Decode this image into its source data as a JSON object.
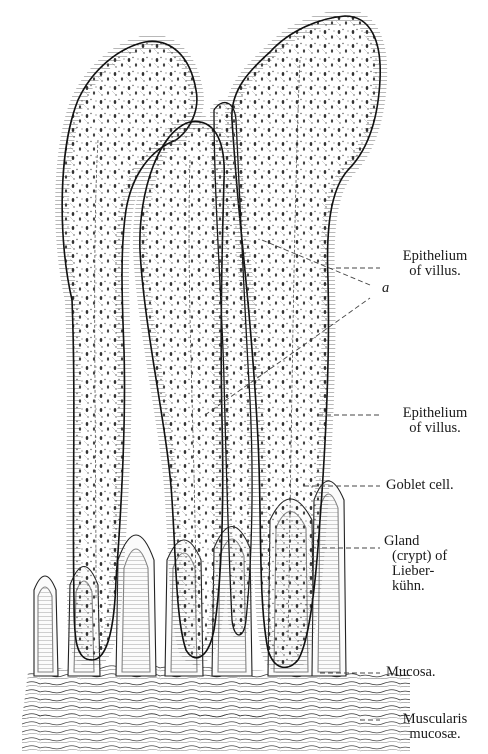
{
  "labels": {
    "epithelium_upper": "Epithelium of villus.",
    "a": "a",
    "epithelium_lower": "Epithelium of villus.",
    "goblet_cell": "Goblet cell.",
    "gland": "Gland (crypt) of Lieber- kühn.",
    "mucosa": "Mucosa.",
    "muscularis": "Muscularis mucosæ."
  },
  "label_lines": {
    "epithelium_upper": [
      "Epithelium",
      "of villus."
    ],
    "epithelium_lower": [
      "Epithelium",
      "of villus."
    ],
    "gland": [
      "Gland",
      "(crypt) of",
      "Lieber-",
      "kühn."
    ],
    "muscularis": [
      "Muscularis",
      "mucosæ."
    ]
  }
}
